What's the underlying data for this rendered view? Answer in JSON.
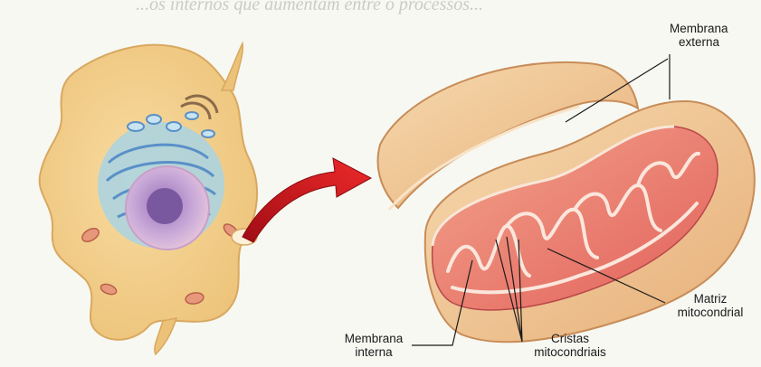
{
  "header_fragment": "...os internos que aumentam entre o processos...",
  "labels": {
    "outer_membrane": {
      "line1": "Membrana",
      "line2": "externa"
    },
    "matrix": {
      "line1": "Matriz",
      "line2": "mitocondrial"
    },
    "inner_membrane": {
      "line1": "Membrana",
      "line2": "interna"
    },
    "cristae": {
      "line1": "Cristas",
      "line2": "mitocondriais"
    }
  },
  "colors": {
    "cell_cytoplasm": "#f3d08c",
    "nucleus": "#b898c8",
    "mito_shell": "#f0c48c",
    "mito_interior": "#e8706a",
    "arrow": "#d8121c"
  }
}
